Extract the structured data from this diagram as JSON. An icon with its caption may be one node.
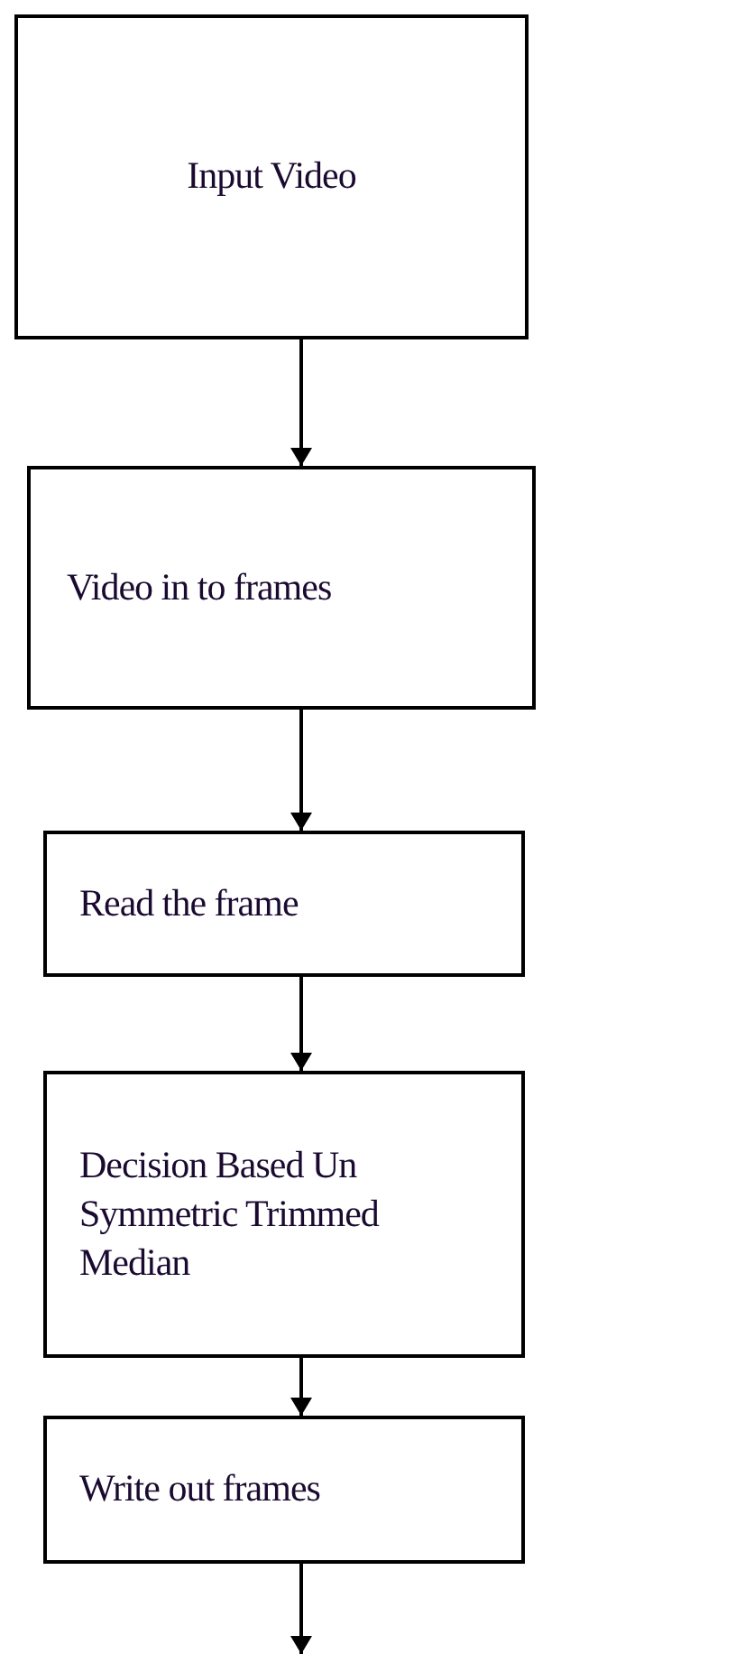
{
  "diagram": {
    "nodes": [
      {
        "text": [
          "Input Video"
        ]
      },
      {
        "text": [
          "Video in to frames"
        ]
      },
      {
        "text": [
          "Read the frame"
        ]
      },
      {
        "text": [
          "Decision Based Un Symmetric Trimmed Median"
        ]
      },
      {
        "text": [
          "Write out frames"
        ]
      }
    ],
    "edges": [
      {
        "from": 0,
        "to": 1,
        "arrow": "to"
      },
      {
        "from": 1,
        "to": 2,
        "arrow": "to"
      },
      {
        "from": 2,
        "to": 3,
        "arrow": "to"
      },
      {
        "from": 3,
        "to": 4,
        "arrow": "to"
      },
      {
        "from": 4,
        "to": null,
        "arrow": "to"
      }
    ]
  }
}
